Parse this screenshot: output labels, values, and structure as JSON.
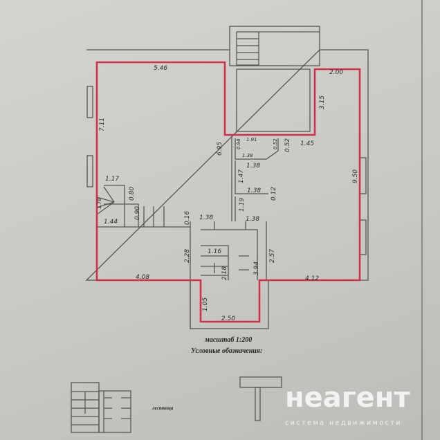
{
  "plan": {
    "dimensions": [
      "5.46",
      "7.11",
      "6.95",
      "2.00",
      "3.15",
      "1.91",
      "0.98",
      "0.52",
      "0.52",
      "1.45",
      "1.38",
      "1.38",
      "1.47",
      "1.38",
      "0.12",
      "1.19",
      "1.38",
      "1.38",
      "9.50",
      "1.17",
      "0.80",
      "1.78",
      "0.90",
      "1.44",
      "0.16",
      "2.28",
      "1.16",
      "2.18",
      "3.94",
      "2.57",
      "4.08",
      "4.12",
      "1.05",
      "2.50"
    ]
  },
  "legend": {
    "scale": "масштаб 1:200",
    "title": "Условные обозначения:",
    "stair_label": "лестница"
  },
  "watermark": {
    "brand": "неагент",
    "tagline": "система недвижимости"
  },
  "colors": {
    "outline": "#d0304a",
    "walls": "#555555"
  }
}
